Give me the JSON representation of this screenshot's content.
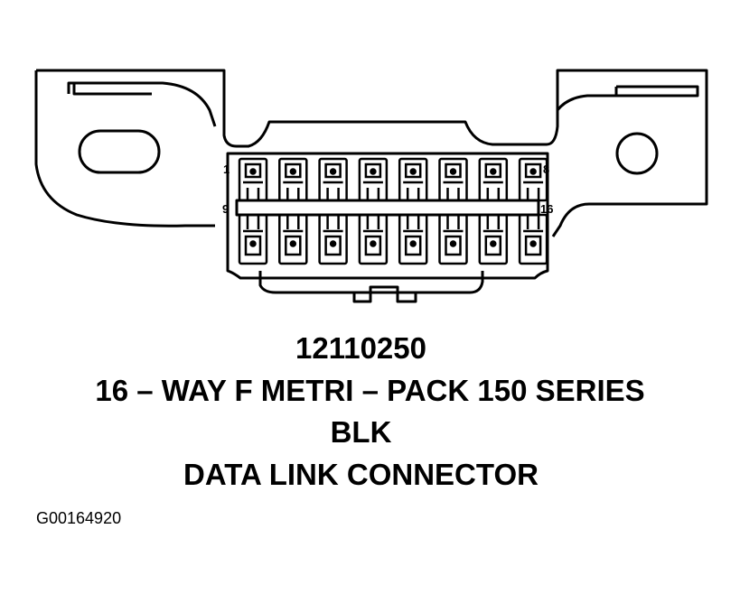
{
  "connector": {
    "pin_labels": {
      "top_left": "1",
      "top_right": "8",
      "bottom_left": "9",
      "bottom_right": "16"
    },
    "pins_per_row": 8,
    "rows": 2
  },
  "caption": {
    "part_number": "12110250",
    "description": "16 – WAY F METRI – PACK 150 SERIES",
    "color": "BLK",
    "name": "DATA LINK CONNECTOR"
  },
  "figure_id": "G00164920"
}
